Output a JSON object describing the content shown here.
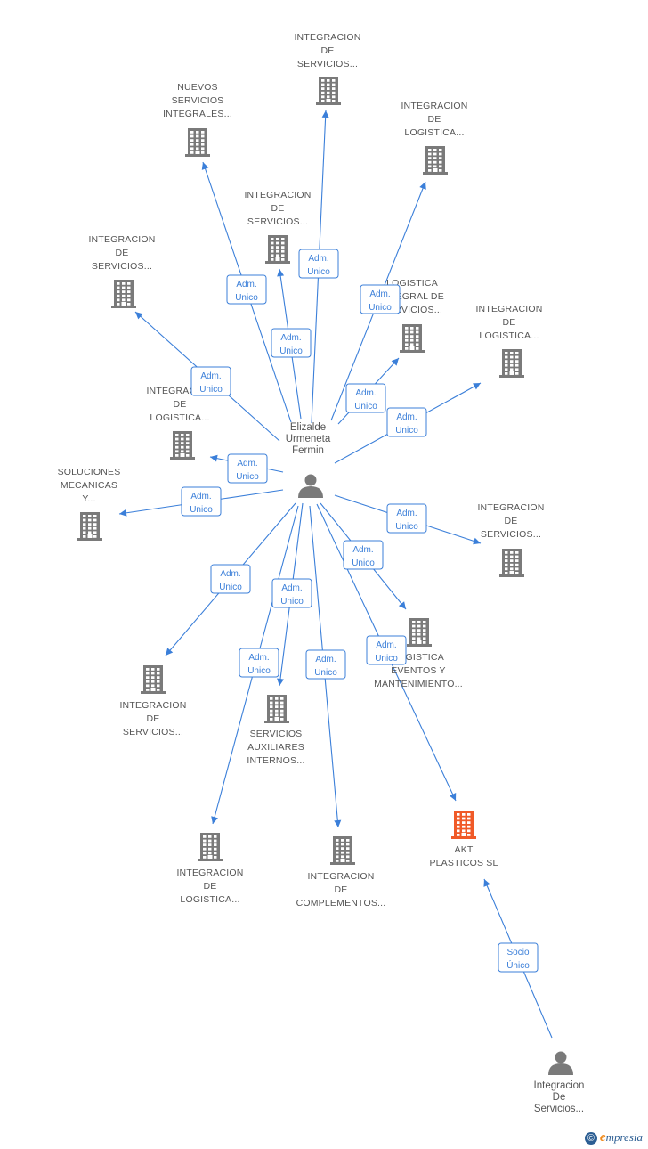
{
  "colors": {
    "edge": "#3b7fd9",
    "building": "#7a7a7a",
    "highlight": "#f05a28",
    "person": "#7a7a7a"
  },
  "center": {
    "lines": [
      "Elizalde",
      "Urmeneta",
      "Fermin"
    ],
    "icon": "person-icon"
  },
  "owner": {
    "lines": [
      "Integracion",
      "De",
      "Servicios..."
    ],
    "icon": "person-icon"
  },
  "companies": [
    {
      "id": "c1",
      "lines": [
        "INTEGRACION",
        "DE",
        "SERVICIOS..."
      ],
      "icon": "building-icon"
    },
    {
      "id": "c2",
      "lines": [
        "NUEVOS",
        "SERVICIOS",
        "INTEGRALES..."
      ],
      "icon": "building-icon"
    },
    {
      "id": "c3",
      "lines": [
        "INTEGRACION",
        "DE",
        "LOGISTICA..."
      ],
      "icon": "building-icon"
    },
    {
      "id": "c4",
      "lines": [
        "INTEGRACION",
        "DE",
        "SERVICIOS..."
      ],
      "icon": "building-icon"
    },
    {
      "id": "c5",
      "lines": [
        "INTEGRACION",
        "DE",
        "SERVICIOS..."
      ],
      "icon": "building-icon"
    },
    {
      "id": "c6",
      "lines": [
        "LOGISTICA",
        "INTEGRAL DE",
        "SERVICIOS..."
      ],
      "icon": "building-icon"
    },
    {
      "id": "c7",
      "lines": [
        "INTEGRACION",
        "DE",
        "LOGISTICA..."
      ],
      "icon": "building-icon"
    },
    {
      "id": "c8",
      "lines": [
        "INTEGRACION",
        "DE",
        "LOGISTICA..."
      ],
      "icon": "building-icon"
    },
    {
      "id": "c9",
      "lines": [
        "SOLUCIONES",
        "MECANICAS",
        "Y..."
      ],
      "icon": "building-icon"
    },
    {
      "id": "c10",
      "lines": [
        "INTEGRACION",
        "DE",
        "SERVICIOS..."
      ],
      "icon": "building-icon"
    },
    {
      "id": "c11",
      "lines": [
        "LOGISTICA",
        "EVENTOS Y",
        "MANTENIMIENTO..."
      ],
      "icon": "building-icon"
    },
    {
      "id": "c12",
      "lines": [
        "INTEGRACION",
        "DE",
        "SERVICIOS..."
      ],
      "icon": "building-icon"
    },
    {
      "id": "c13",
      "lines": [
        "SERVICIOS",
        "AUXILIARES",
        "INTERNOS..."
      ],
      "icon": "building-icon"
    },
    {
      "id": "c14",
      "lines": [
        "INTEGRACION",
        "DE",
        "LOGISTICA..."
      ],
      "icon": "building-icon"
    },
    {
      "id": "c15",
      "lines": [
        "INTEGRACION",
        "DE",
        "COMPLEMENTOS..."
      ],
      "icon": "building-icon"
    },
    {
      "id": "c16",
      "lines": [
        "AKT",
        "PLASTICOS SL"
      ],
      "icon": "building-icon",
      "highlight": true
    }
  ],
  "edges": [
    {
      "from": "center",
      "to": "c1",
      "label": [
        "Adm.",
        "Unico"
      ]
    },
    {
      "from": "center",
      "to": "c2",
      "label": [
        "Adm.",
        "Unico"
      ]
    },
    {
      "from": "center",
      "to": "c3",
      "label": [
        "Adm.",
        "Unico"
      ]
    },
    {
      "from": "center",
      "to": "c4",
      "label": [
        "Adm.",
        "Unico"
      ]
    },
    {
      "from": "center",
      "to": "c5",
      "label": [
        "Adm.",
        "Unico"
      ]
    },
    {
      "from": "center",
      "to": "c6",
      "label": [
        "Adm.",
        "Unico"
      ]
    },
    {
      "from": "center",
      "to": "c7",
      "label": [
        "Adm.",
        "Unico"
      ]
    },
    {
      "from": "center",
      "to": "c8",
      "label": [
        "Adm.",
        "Unico"
      ]
    },
    {
      "from": "center",
      "to": "c9",
      "label": [
        "Adm.",
        "Unico"
      ]
    },
    {
      "from": "center",
      "to": "c10",
      "label": [
        "Adm.",
        "Unico"
      ]
    },
    {
      "from": "center",
      "to": "c11",
      "label": [
        "Adm.",
        "Unico"
      ]
    },
    {
      "from": "center",
      "to": "c12",
      "label": [
        "Adm.",
        "Unico"
      ]
    },
    {
      "from": "center",
      "to": "c13",
      "label": [
        "Adm.",
        "Unico"
      ]
    },
    {
      "from": "center",
      "to": "c14",
      "label": [
        "Adm.",
        "Unico"
      ]
    },
    {
      "from": "center",
      "to": "c15",
      "label": [
        "Adm.",
        "Unico"
      ]
    },
    {
      "from": "center",
      "to": "c16",
      "label": [
        "Adm.",
        "Unico"
      ]
    },
    {
      "from": "owner",
      "to": "c16",
      "label": [
        "Socio",
        "Único"
      ]
    }
  ],
  "brand": {
    "copyright": "©",
    "name_initial": "e",
    "name_rest": "mpresia"
  }
}
